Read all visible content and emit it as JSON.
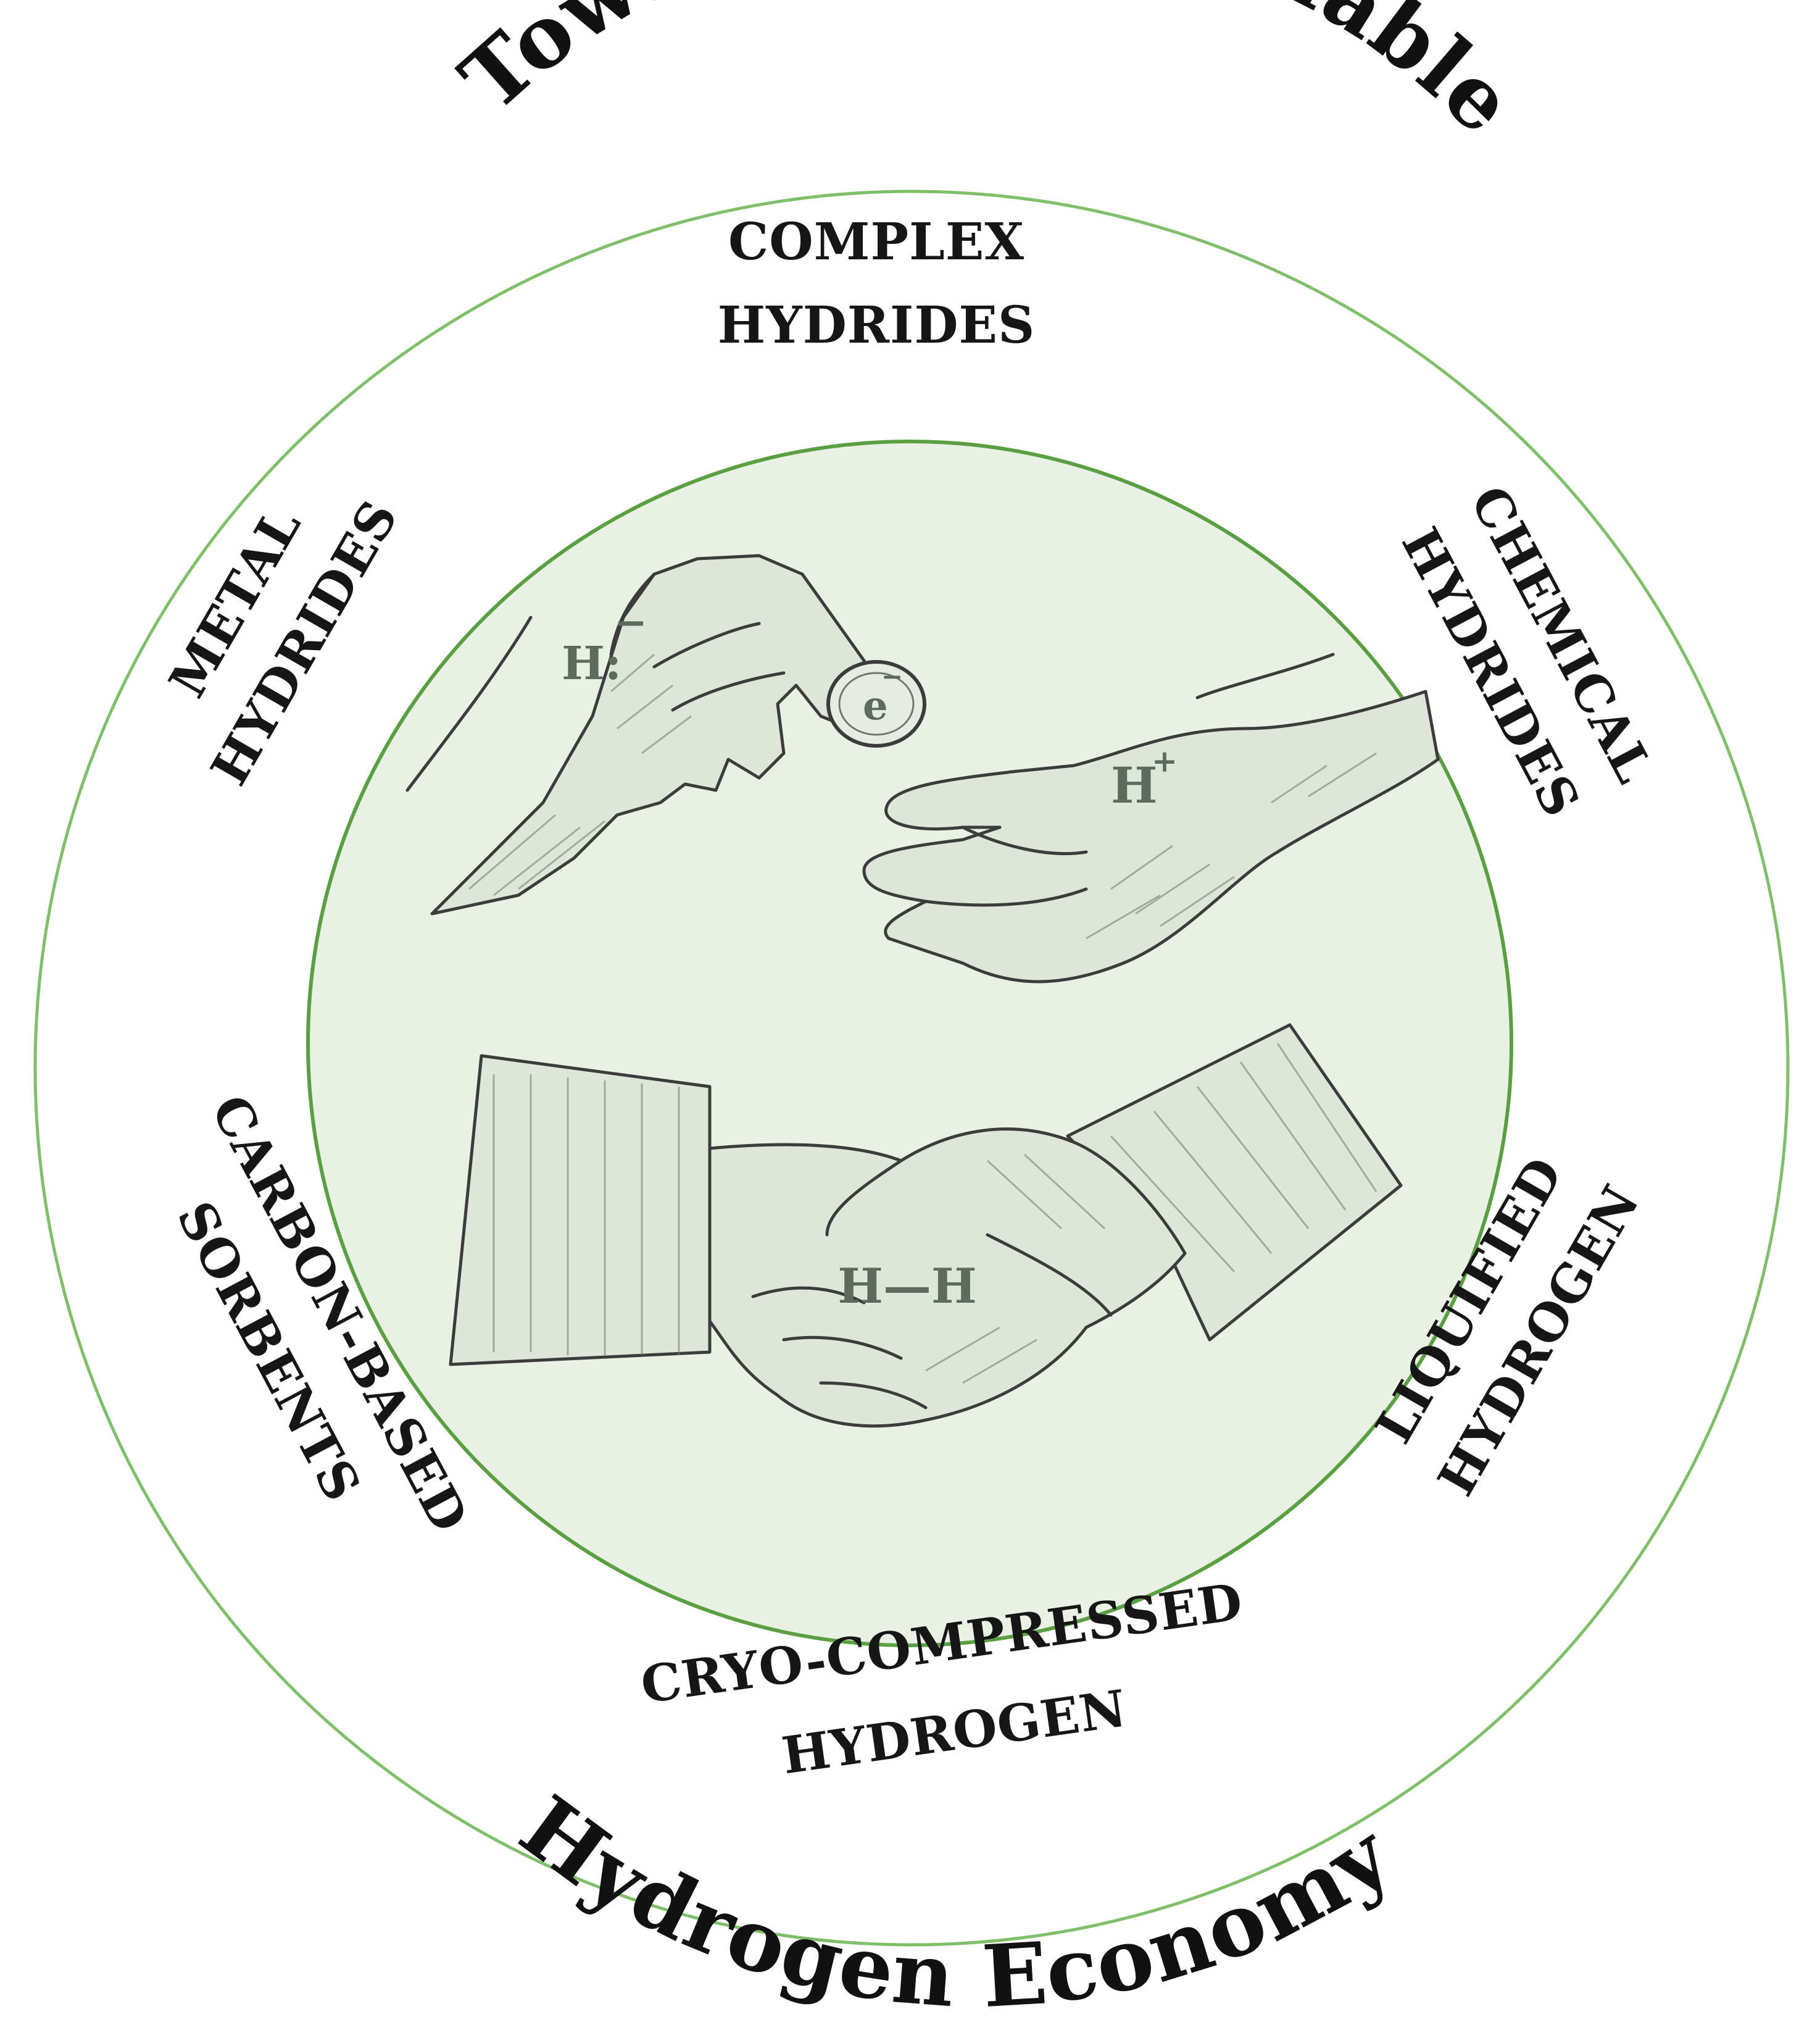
{
  "title": {
    "top": "Towards a Sustainable",
    "bottom": "Hydrogen Economy"
  },
  "ring_labels": {
    "complex": [
      "COMPLEX",
      "HYDRIDES"
    ],
    "metal": [
      "METAL",
      "HYDRIDES"
    ],
    "chemical": [
      "CHEMICAL",
      "HYDRIDES"
    ],
    "carbon": [
      "CARBON-BASED",
      "SORBENTS"
    ],
    "liquified": [
      "LIQUIFIED",
      "HYDROGEN"
    ],
    "cryo": [
      "CRYO-COMPRESSED",
      "HYDROGEN"
    ]
  },
  "center": {
    "hydride": "H:",
    "hydride_charge": "−",
    "electron": "e",
    "electron_charge": "−",
    "proton": "H",
    "proton_charge": "+",
    "bond": "H—H"
  },
  "colors": {
    "outer_ring": "#7fbf6a",
    "inner_circle_fill": "#e8f1e3",
    "inner_circle_stroke": "#5aa043",
    "text": "#111111"
  }
}
